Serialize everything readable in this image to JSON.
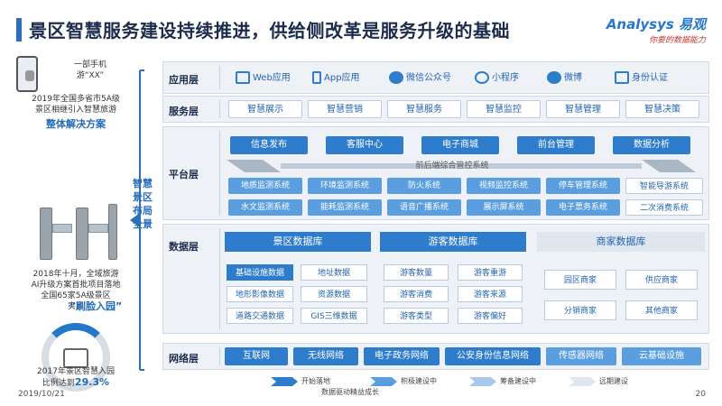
{
  "header": {
    "title": "景区智慧服务建设持续推进，供给侧改革是服务升级的基础",
    "logo_main": "Analysys 易观",
    "logo_sub": "你要的数据能力"
  },
  "left": {
    "phone_caption": "一部手机\n游“XX”",
    "block1": "2019年全国多省市5A级\n景区相继引入智慧旅游",
    "block1_highlight": "整体解决方案",
    "block2": "2018年十月，全域旅游\nAI升级方案首批项目落地\n全国65家5A级景区\n实现",
    "block2_highlight": "“刷脸入园”",
    "block3": "2017年景区智慧入园\n比例达到",
    "block3_highlight": "29.3%"
  },
  "bracket": {
    "text": "智慧景区布局全景"
  },
  "layers": {
    "app": {
      "label": "应用层",
      "items": [
        {
          "label": "Web应用",
          "icon": "web-icon"
        },
        {
          "label": "App应用",
          "icon": "app-icon"
        },
        {
          "label": "微信公众号",
          "icon": "wechat-icon"
        },
        {
          "label": "小程序",
          "icon": "miniprogram-icon"
        },
        {
          "label": "微博",
          "icon": "weibo-icon"
        },
        {
          "label": "身份认证",
          "icon": "id-card-icon"
        }
      ]
    },
    "service": {
      "label": "服务层",
      "items": [
        "智慧展示",
        "智慧营销",
        "智慧服务",
        "智慧监控",
        "智慧管理",
        "智慧决策"
      ]
    },
    "platform": {
      "label": "平台层",
      "top": [
        "信息发布",
        "客服中心",
        "电子商城",
        "前台管理",
        "数据分析"
      ],
      "middle": "前后端综合管控系统",
      "row1": [
        "地质监测系统",
        "环境监测系统",
        "防火系统",
        "视频监控系统",
        "停车管理系统",
        "智能导游系统"
      ],
      "row2": [
        "水文监测系统",
        "能耗监测系统",
        "语音广播系统",
        "展示屏系统",
        "电子票务系统",
        "二次消费系统"
      ]
    },
    "data": {
      "label": "数据层",
      "scenic": {
        "title": "景区数据库",
        "items": [
          "基础设施数据",
          "地址数据",
          "地形影像数据",
          "资源数据",
          "道路交通数据",
          "GIS三维数据"
        ]
      },
      "tourist": {
        "title": "游客数据库",
        "items": [
          "游客数量",
          "游客重游",
          "游客消费",
          "游客来源",
          "游客类型",
          "游客偏好"
        ]
      },
      "merchant": {
        "title": "商家数据库",
        "items": [
          "园区商家",
          "供应商家",
          "分销商家",
          "其他商家"
        ]
      }
    },
    "network": {
      "label": "网络层",
      "items": [
        "互联网",
        "无线网络",
        "电子政务网络",
        "公安身份信息网络",
        "传感器网络",
        "云基础设施"
      ]
    }
  },
  "legend": {
    "items": [
      "开始落地",
      "积极建设中",
      "筹备建设中",
      "远期建设"
    ],
    "colors": [
      "#2e7ccc",
      "#5a9ee0",
      "#a9c9ec",
      "#dfe6ee"
    ],
    "subtitle": "数据驱动精益成长"
  },
  "footer": {
    "date": "2019/10/21",
    "page": "20"
  }
}
